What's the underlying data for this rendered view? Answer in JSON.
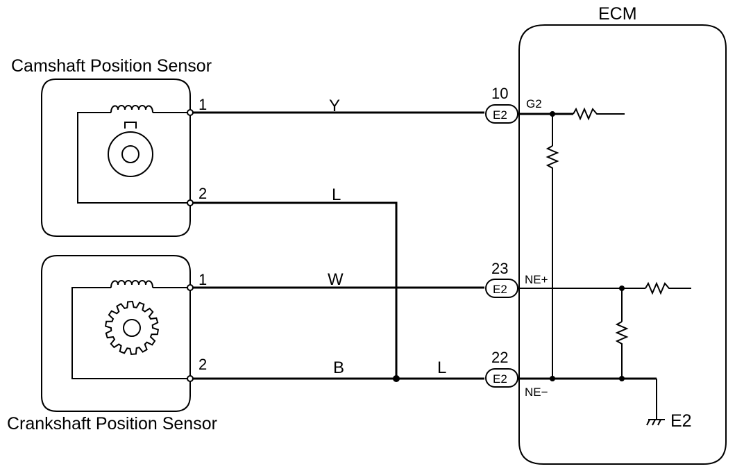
{
  "ecm": {
    "title": "ECM",
    "terminals": {
      "g2": {
        "pin": "10",
        "name": "G2",
        "connector": "E2"
      },
      "ne_plus": {
        "pin": "23",
        "name": "NE+",
        "connector": "E2"
      },
      "ne_minus": {
        "pin": "22",
        "name": "NE−",
        "connector": "E2"
      }
    },
    "ground_label": "E2"
  },
  "camshaft_sensor": {
    "title": "Camshaft Position Sensor",
    "pin1": "1",
    "pin2": "2"
  },
  "crankshaft_sensor": {
    "title": "Crankshaft Position Sensor",
    "pin1": "1",
    "pin2": "2"
  },
  "wires": {
    "cam_pin1": "Y",
    "cam_pin2": "L",
    "crank_pin1": "W",
    "crank_pin2": "B",
    "to_ne_minus": "L"
  }
}
